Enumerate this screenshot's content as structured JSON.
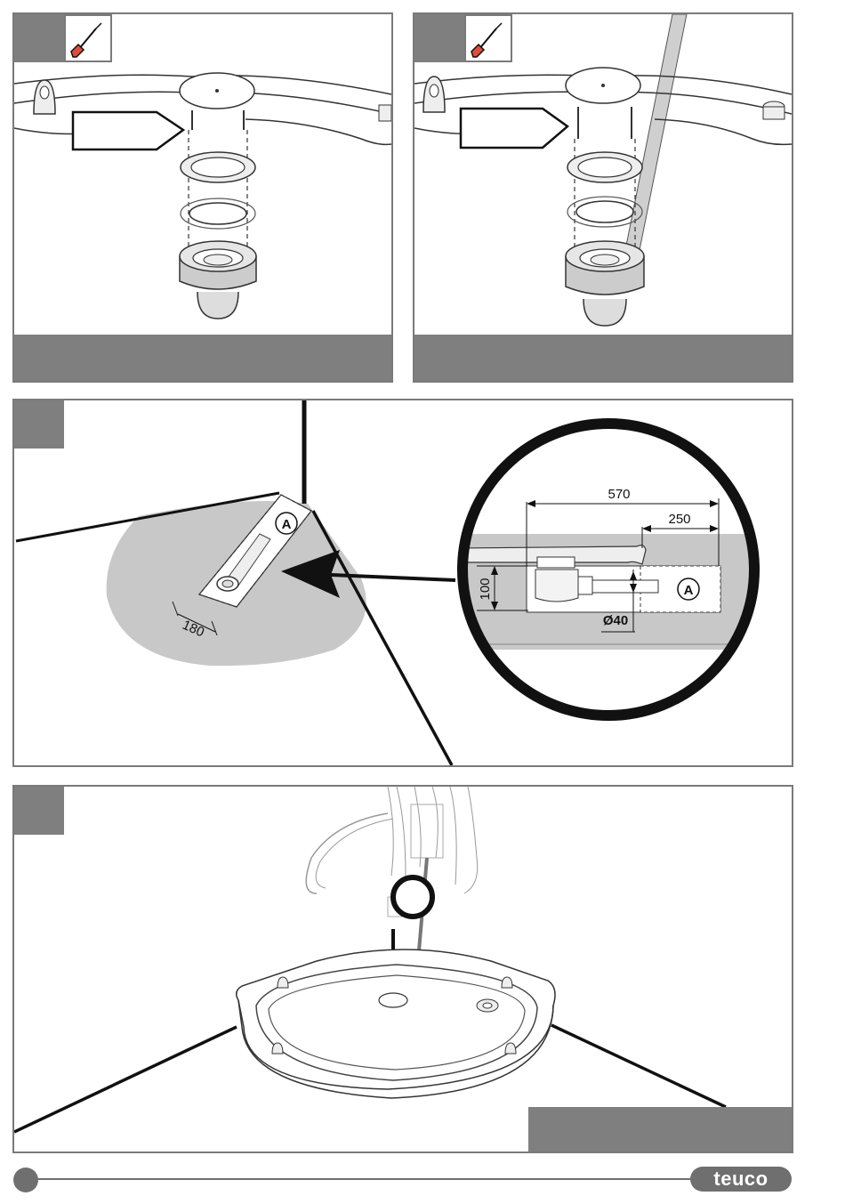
{
  "brand": {
    "name": "teuco"
  },
  "icons": {
    "tool": "screwdriver-icon"
  },
  "detail": {
    "label_a": "A",
    "dim_length": "570",
    "dim_offset": "250",
    "dim_height": "100",
    "dim_diameter": "Ø40",
    "dim_width": "180"
  },
  "colors": {
    "panel_grey": "#7f7f7f",
    "floor_grey": "#c8c8c8",
    "line": "#111111"
  }
}
